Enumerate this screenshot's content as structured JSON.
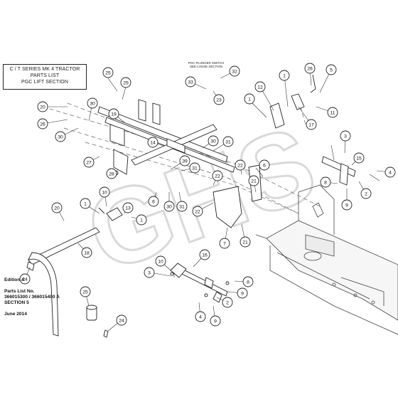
{
  "title_box": {
    "line1": "C / T SERIES MK 4 TRACTOR",
    "line2": "PARTS LIST",
    "line3": "PGC LIFT SECTION"
  },
  "footer": {
    "edition": "Edition A",
    "parts_list_label": "Parts List No.",
    "parts_list_numbers": "366015300 / 366015400 A",
    "section": "SECTION 5",
    "date": "June 2014"
  },
  "note": {
    "line1": "PGC PLUNGER SWITCH",
    "line2": "SEE LOOSE SECTION"
  },
  "watermark": "GHS",
  "callouts": [
    {
      "id": "c1",
      "label": "1"
    },
    {
      "id": "c2",
      "label": "1"
    },
    {
      "id": "c3",
      "label": "1"
    },
    {
      "id": "c4",
      "label": "1"
    },
    {
      "id": "c5",
      "label": "2"
    },
    {
      "id": "c6",
      "label": "2"
    },
    {
      "id": "c7",
      "label": "3"
    },
    {
      "id": "c8",
      "label": "3"
    },
    {
      "id": "c9",
      "label": "4"
    },
    {
      "id": "c10",
      "label": "4"
    },
    {
      "id": "c11",
      "label": "5"
    },
    {
      "id": "c12",
      "label": "6"
    },
    {
      "id": "c13",
      "label": "6"
    },
    {
      "id": "c14",
      "label": "7"
    },
    {
      "id": "c15",
      "label": "8"
    },
    {
      "id": "c16",
      "label": "8"
    },
    {
      "id": "c17",
      "label": "9"
    },
    {
      "id": "c18",
      "label": "9"
    },
    {
      "id": "c19",
      "label": "9"
    },
    {
      "id": "c20",
      "label": "10"
    },
    {
      "id": "c21",
      "label": "10"
    },
    {
      "id": "c22",
      "label": "11"
    },
    {
      "id": "c23",
      "label": "12"
    },
    {
      "id": "c24",
      "label": "13"
    },
    {
      "id": "c25",
      "label": "14"
    },
    {
      "id": "c26",
      "label": "15"
    },
    {
      "id": "c27",
      "label": "16"
    },
    {
      "id": "c28",
      "label": "17"
    },
    {
      "id": "c29",
      "label": "18"
    },
    {
      "id": "c30",
      "label": "19"
    },
    {
      "id": "c31",
      "label": "20"
    },
    {
      "id": "c32",
      "label": "20"
    },
    {
      "id": "c33",
      "label": "21"
    },
    {
      "id": "c34",
      "label": "21"
    },
    {
      "id": "c35",
      "label": "22"
    },
    {
      "id": "c36",
      "label": "22"
    },
    {
      "id": "c37",
      "label": "22"
    },
    {
      "id": "c38",
      "label": "23"
    },
    {
      "id": "c39",
      "label": "24"
    },
    {
      "id": "c40",
      "label": "24"
    },
    {
      "id": "c41",
      "label": "25"
    },
    {
      "id": "c42",
      "label": "25"
    },
    {
      "id": "c43",
      "label": "26"
    },
    {
      "id": "c44",
      "label": "26"
    },
    {
      "id": "c45",
      "label": "27"
    },
    {
      "id": "c46",
      "label": "28"
    },
    {
      "id": "c47",
      "label": "29"
    },
    {
      "id": "c48",
      "label": "30"
    },
    {
      "id": "c49",
      "label": "30"
    },
    {
      "id": "c50",
      "label": "30"
    },
    {
      "id": "c51",
      "label": "30"
    },
    {
      "id": "c52",
      "label": "31"
    },
    {
      "id": "c53",
      "label": "31"
    },
    {
      "id": "c54",
      "label": "31"
    },
    {
      "id": "c55",
      "label": "32"
    },
    {
      "id": "c56",
      "label": "33"
    },
    {
      "id": "c57",
      "label": "39"
    }
  ]
}
